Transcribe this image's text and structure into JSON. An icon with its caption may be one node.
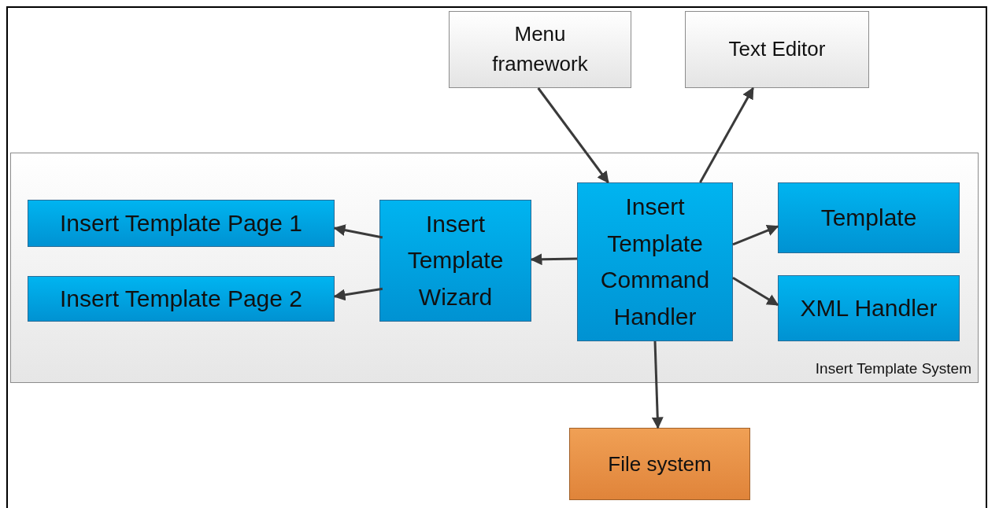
{
  "diagram": {
    "nodes": [
      {
        "text": [
          "Menu framework"
        ]
      },
      {
        "text": [
          "Text Editor"
        ]
      },
      {
        "text": [
          "Insert Template System"
        ]
      },
      {
        "text": [
          "Insert Template Page 1"
        ],
        "in": 2
      },
      {
        "text": [
          "Insert Template Page 2"
        ],
        "in": 2
      },
      {
        "text": [
          "Insert Template Wizard"
        ],
        "in": 2
      },
      {
        "text": [
          "Insert Template Command Handler"
        ],
        "in": 2
      },
      {
        "text": [
          "Template"
        ],
        "in": 2
      },
      {
        "text": [
          "XML Handler"
        ],
        "in": 2
      },
      {
        "text": [
          "File system"
        ]
      }
    ],
    "edges": [
      {
        "from": 0,
        "to": 6,
        "arrow": "to"
      },
      {
        "from": 6,
        "to": 1,
        "arrow": "to"
      },
      {
        "from": 6,
        "to": 5,
        "arrow": "to"
      },
      {
        "from": 5,
        "to": 3,
        "arrow": "to"
      },
      {
        "from": 5,
        "to": 4,
        "arrow": "to"
      },
      {
        "from": 6,
        "to": 7,
        "arrow": "to"
      },
      {
        "from": 6,
        "to": 8,
        "arrow": "to"
      },
      {
        "from": 6,
        "to": 9,
        "arrow": "to"
      }
    ]
  }
}
